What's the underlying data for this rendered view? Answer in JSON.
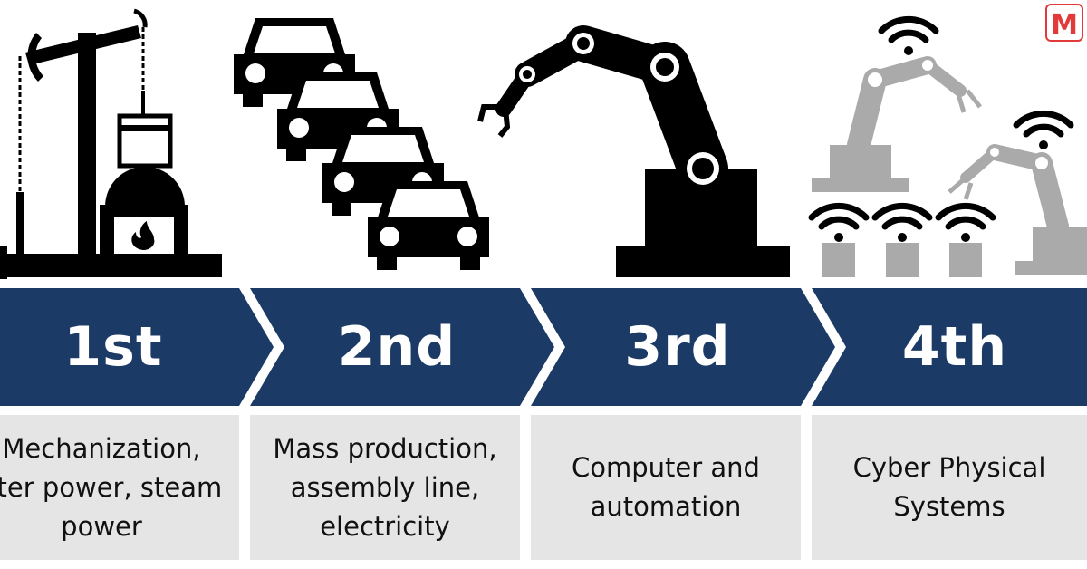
{
  "colors": {
    "band": "#1b3a66",
    "dark": "#000000",
    "gray": "#aaaaaa",
    "panel": "#e5e5e5",
    "logo": "#e23a3a"
  },
  "logo": {
    "letter": "M"
  },
  "stages": [
    {
      "label": "1st",
      "description": "Mechanization,\nater power, steam\npower",
      "icon": "steam-engine-icon"
    },
    {
      "label": "2nd",
      "description": "Mass production,\nassembly line,\nelectricity",
      "icon": "assembly-line-cars-icon"
    },
    {
      "label": "3rd",
      "description": "Computer and\nautomation",
      "icon": "robot-arm-icon"
    },
    {
      "label": "4th",
      "description": "Cyber Physical\nSystems",
      "icon": "connected-robots-icon"
    }
  ]
}
